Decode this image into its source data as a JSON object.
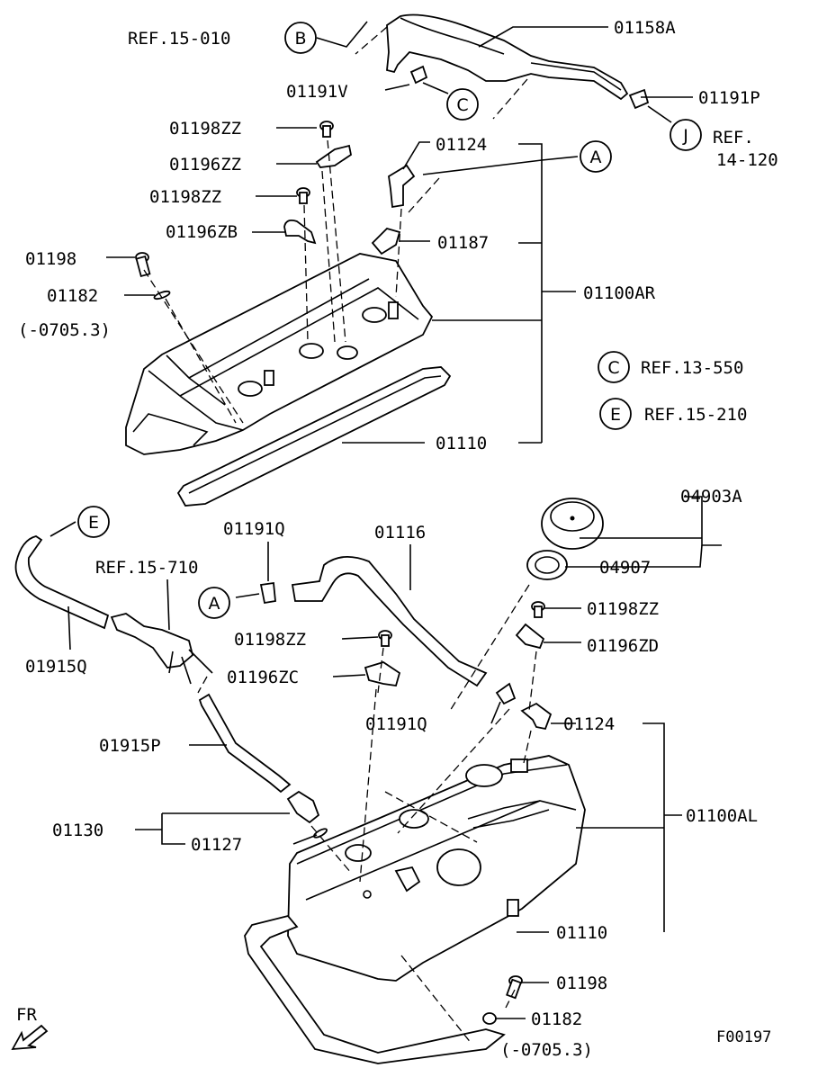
{
  "labels": {
    "p01158A": "01158A",
    "ref15010": "REF.15-010",
    "p01191V": "01191V",
    "p01191P": "01191P",
    "ref14120a": "REF.",
    "ref14120b": "14-120",
    "p01198ZZ_1": "01198ZZ",
    "p01196ZZ": "01196ZZ",
    "p01124_top": "01124",
    "p01198ZZ_2": "01198ZZ",
    "p01196ZB": "01196ZB",
    "p01187": "01187",
    "p01198_top": "01198",
    "p01182_top": "01182",
    "p0705_top": "(-0705.3)",
    "p01100AR": "01100AR",
    "ref13550": "REF.13-550",
    "ref15210": "REF.15-210",
    "p01110_top": "01110",
    "p04903A": "04903A",
    "p01191Q_top": "01191Q",
    "p01116": "01116",
    "ref15710": "REF.15-710",
    "p04907": "04907",
    "p01198ZZ_3": "01198ZZ",
    "p01198ZZ_4": "01198ZZ",
    "p01196ZD": "01196ZD",
    "p01915Q": "01915Q",
    "p01196ZC": "01196ZC",
    "p01191Q_mid": "01191Q",
    "p01124_bot": "01124",
    "p01915P": "01915P",
    "p01130": "01130",
    "p01100AL": "01100AL",
    "p01127": "01127",
    "p01110_bot": "01110",
    "p01198_bot": "01198",
    "fr": "FR",
    "p01182_bot": "01182",
    "p0705_bot": "(-0705.3)",
    "figcode": "F00197"
  },
  "markers": {
    "B": "B",
    "C": "C",
    "J": "J",
    "A": "A",
    "C2": "C",
    "E2": "E",
    "E": "E",
    "A2": "A"
  }
}
